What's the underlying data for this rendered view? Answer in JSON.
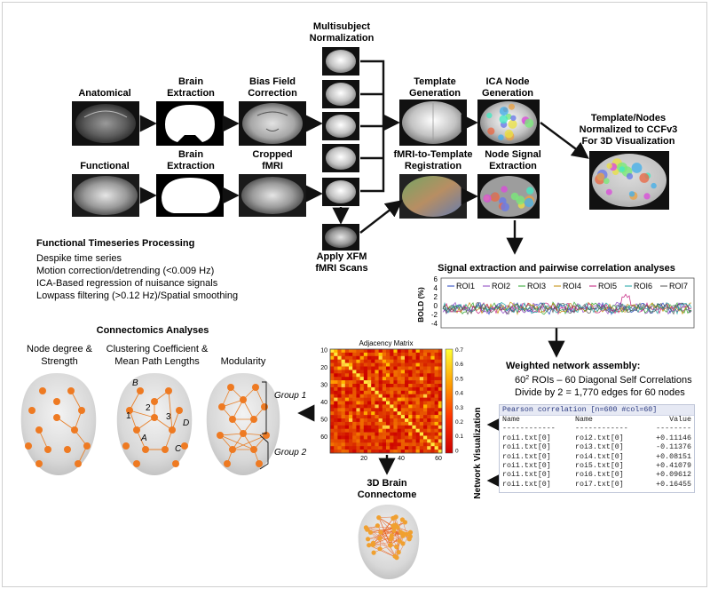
{
  "pipeline": {
    "anatomical": "Anatomical",
    "functional": "Functional",
    "brain_extraction_1": [
      "Brain",
      "Extraction"
    ],
    "brain_extraction_2": [
      "Brain",
      "Extraction"
    ],
    "bias_field": [
      "Bias Field",
      "Correction"
    ],
    "cropped": [
      "Cropped",
      "fMRI"
    ],
    "multisubject": [
      "Multisubject",
      "Normalization"
    ],
    "apply_xfm": [
      "Apply XFM",
      "fMRI Scans"
    ],
    "template_gen": [
      "Template",
      "Generation"
    ],
    "ica_node": [
      "ICA Node",
      "Generation"
    ],
    "fmri_template": [
      "fMRI-to-Template",
      "Registration"
    ],
    "node_signal": [
      "Node Signal",
      "Extraction"
    ],
    "template_nodes": [
      "Template/Nodes",
      "Normalized to CCFv3",
      "For 3D Visualization"
    ]
  },
  "timeseries": {
    "title": "Functional Timeseries Processing",
    "items": [
      "Despike time series",
      "Motion correction/detrending (<0.009 Hz)",
      "ICA-Based regression of nuisance signals",
      "Lowpass filtering (>0.12 Hz)/Spatial smoothing"
    ]
  },
  "signal": {
    "title": "Signal extraction and pairwise correlation analyses",
    "ylabel": "BOLD (%)",
    "yticks": [
      "6",
      "4",
      "2",
      "0",
      "-2",
      "-4"
    ],
    "legend": [
      "ROI1",
      "ROI2",
      "ROI3",
      "ROI4",
      "ROI5",
      "ROI6",
      "ROI7"
    ],
    "colors": [
      "#1f3fbf",
      "#8a3fbf",
      "#2aa52a",
      "#c28a00",
      "#c2187a",
      "#19a3a3",
      "#555555"
    ]
  },
  "network": {
    "title": "Weighted network assembly:",
    "line1_pre": "60",
    "line1_sup": "2",
    "line1_post": " ROIs – 60  Diagonal Self Correlations",
    "line2": "Divide by 2 = 1,770 edges for 60 nodes"
  },
  "table": {
    "header": "Pearson correlation [n=600 #col=60]",
    "columns": [
      "Name",
      "Name",
      "Value"
    ],
    "dashes": [
      "------------",
      "------------",
      "--------"
    ],
    "rows": [
      [
        "roi1.txt[0]",
        "roi2.txt[0]",
        "+0.11146"
      ],
      [
        "roi1.txt[0]",
        "roi3.txt[0]",
        "-0.11376"
      ],
      [
        "roi1.txt[0]",
        "roi4.txt[0]",
        "+0.08151"
      ],
      [
        "roi1.txt[0]",
        "roi5.txt[0]",
        "+0.41079"
      ],
      [
        "roi1.txt[0]",
        "roi6.txt[0]",
        "+0.09612"
      ],
      [
        "roi1.txt[0]",
        "roi7.txt[0]",
        "+0.16455"
      ]
    ]
  },
  "network_vis_label": "Network Visualization",
  "adjacency": {
    "title": "Adjacency Matrix",
    "yticks": [
      "10",
      "20",
      "30",
      "40",
      "50",
      "60"
    ],
    "xticks": [
      "20",
      "40",
      "60"
    ],
    "cbar": [
      "0.7",
      "0.6",
      "0.5",
      "0.4",
      "0.3",
      "0.2",
      "0.1",
      "0"
    ]
  },
  "connectomics": {
    "title": "Connectomics Analyses",
    "node_degree": [
      "Node degree &",
      "Strength"
    ],
    "clustering": [
      "Clustering Coefficient &",
      "Mean Path Lengths"
    ],
    "modularity": "Modularity",
    "group1": "Group 1",
    "group2": "Group 2",
    "node_labels": [
      "B",
      "1",
      "2",
      "3",
      "D",
      "A",
      "C"
    ]
  },
  "connectome_3d": [
    "3D Brain",
    "Connectome"
  ]
}
